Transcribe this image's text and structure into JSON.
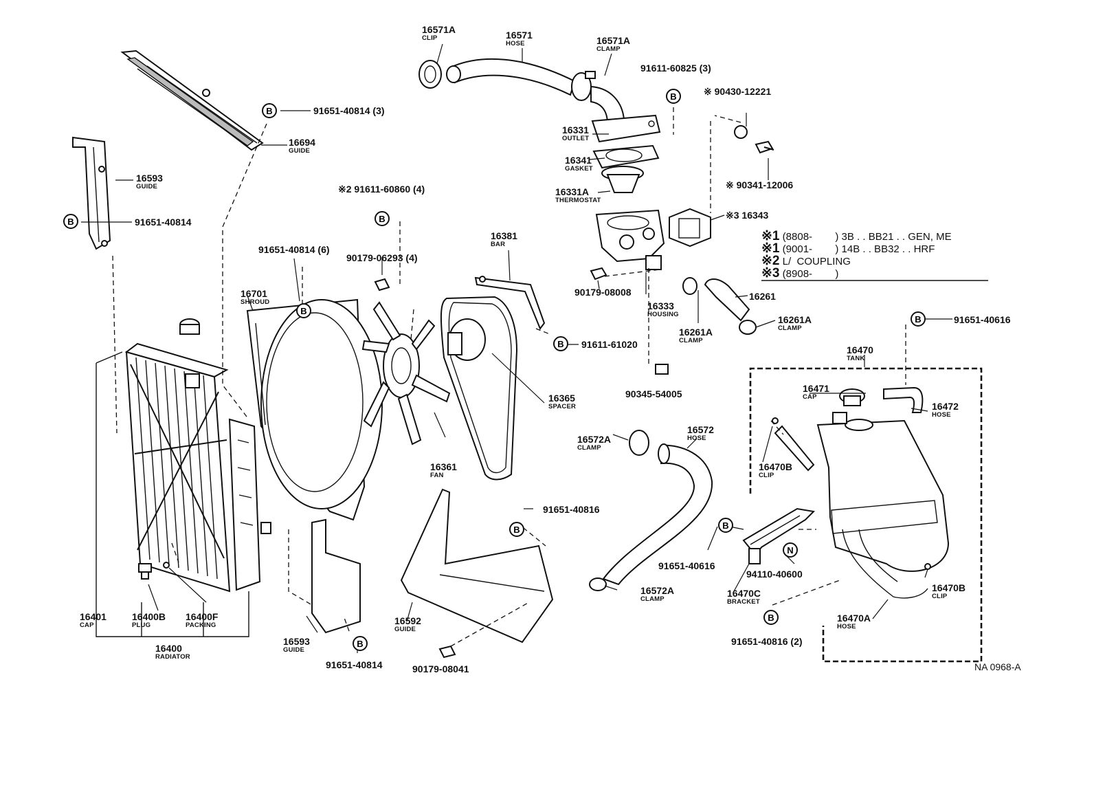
{
  "drawing_code": "NA 0968-A",
  "fastener_symbols": {
    "bolt_symbol": "B",
    "nut_symbol": "N"
  },
  "parts": [
    {
      "id": "p16571A-clip",
      "number": "16571A",
      "name": "CLIP"
    },
    {
      "id": "p16571",
      "number": "16571",
      "name": "HOSE"
    },
    {
      "id": "p16571A-clamp",
      "number": "16571A",
      "name": "CLAMP"
    },
    {
      "id": "p16694",
      "number": "16694",
      "name": "GUIDE"
    },
    {
      "id": "p16593-top",
      "number": "16593",
      "name": "GUIDE"
    },
    {
      "id": "p16331",
      "number": "16331",
      "name": "OUTLET"
    },
    {
      "id": "p16341",
      "number": "16341",
      "name": "GASKET"
    },
    {
      "id": "p16331A",
      "number": "16331A",
      "name": "THERMOSTAT"
    },
    {
      "id": "p16381",
      "number": "16381",
      "name": "BAR"
    },
    {
      "id": "p16701",
      "number": "16701",
      "name": "SHROUD"
    },
    {
      "id": "p16333",
      "number": "16333",
      "name": "HOUSING"
    },
    {
      "id": "p16261A-left",
      "number": "16261A",
      "name": "CLAMP"
    },
    {
      "id": "p16261A-right",
      "number": "16261A",
      "name": "CLAMP"
    },
    {
      "id": "p16470",
      "number": "16470",
      "name": "TANK"
    },
    {
      "id": "p16365",
      "number": "16365",
      "name": "SPACER"
    },
    {
      "id": "p16471",
      "number": "16471",
      "name": "CAP"
    },
    {
      "id": "p16472",
      "number": "16472",
      "name": "HOSE"
    },
    {
      "id": "p16572A-top",
      "number": "16572A",
      "name": "CLAMP"
    },
    {
      "id": "p16572",
      "number": "16572",
      "name": "HOSE"
    },
    {
      "id": "p16361",
      "number": "16361",
      "name": "FAN"
    },
    {
      "id": "p16470B-left",
      "number": "16470B",
      "name": "CLIP"
    },
    {
      "id": "p16572A-bottom",
      "number": "16572A",
      "name": "CLAMP"
    },
    {
      "id": "p16470C",
      "number": "16470C",
      "name": "BRACKET"
    },
    {
      "id": "p16470B-right",
      "number": "16470B",
      "name": "CLIP"
    },
    {
      "id": "p16401",
      "number": "16401",
      "name": "CAP"
    },
    {
      "id": "p16400B",
      "number": "16400B",
      "name": "PLUG"
    },
    {
      "id": "p16400F",
      "number": "16400F",
      "name": "PACKING"
    },
    {
      "id": "p16593-bottom",
      "number": "16593",
      "name": "GUIDE"
    },
    {
      "id": "p16592",
      "number": "16592",
      "name": "GUIDE"
    },
    {
      "id": "p16470A",
      "number": "16470A",
      "name": "HOSE"
    },
    {
      "id": "p16400",
      "number": "16400",
      "name": "RADIATOR"
    }
  ],
  "references": [
    {
      "id": "r1",
      "text": "91651-40814 (3)"
    },
    {
      "id": "r2",
      "text": "91651-40814"
    },
    {
      "id": "r3",
      "text": "※2  91611-60860 (4)"
    },
    {
      "id": "r4",
      "text": "91611-60825 (3)"
    },
    {
      "id": "r5",
      "text": "※ 90430-12221"
    },
    {
      "id": "r6",
      "text": "※ 90341-12006"
    },
    {
      "id": "r7",
      "text": "※3  16343"
    },
    {
      "id": "r8",
      "text": "91651-40814 (6)"
    },
    {
      "id": "r9",
      "text": "90179-06293 (4)"
    },
    {
      "id": "r10",
      "text": "90179-08008"
    },
    {
      "id": "r11",
      "text": "16261"
    },
    {
      "id": "r12",
      "text": "91611-61020"
    },
    {
      "id": "r13",
      "text": "91651-40616"
    },
    {
      "id": "r14",
      "text": "90345-54005"
    },
    {
      "id": "r15",
      "text": "91651-40816"
    },
    {
      "id": "r16",
      "text": "91651-40616"
    },
    {
      "id": "r17",
      "text": "94110-40600"
    },
    {
      "id": "r18",
      "text": "91651-40814"
    },
    {
      "id": "r19",
      "text": "90179-08041"
    },
    {
      "id": "r20",
      "text": "91651-40816 (2)"
    }
  ],
  "notes": [
    {
      "id": "n1",
      "mark": "※1",
      "text": "(8808-        ) 3B . . BB21 . . GEN, ME"
    },
    {
      "id": "n2",
      "mark": "※1",
      "text": "(9001-        ) 14B . . BB32 . . HRF"
    },
    {
      "id": "n3",
      "mark": "※2",
      "text": "L/  COUPLING"
    },
    {
      "id": "n4",
      "mark": "※3",
      "text": "(8908-        )"
    }
  ]
}
